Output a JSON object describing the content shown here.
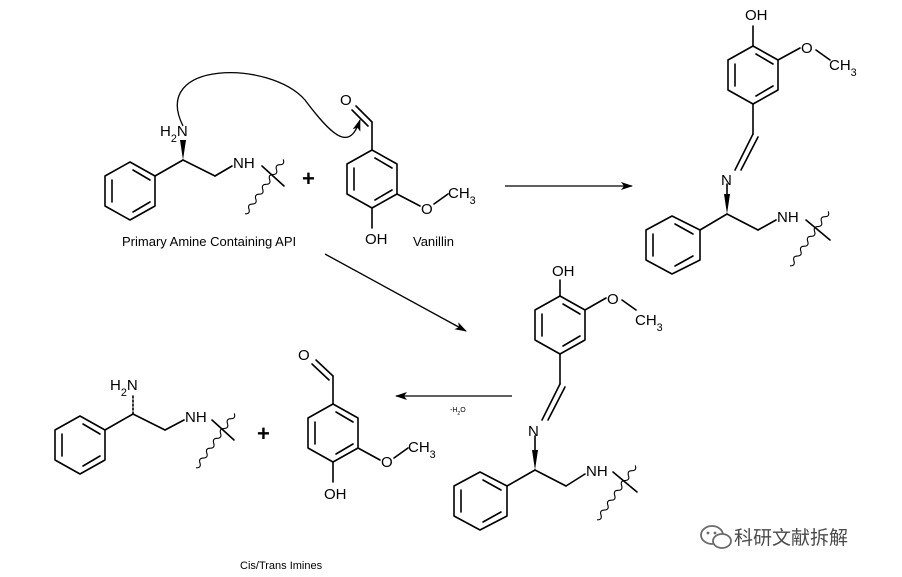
{
  "reactants": {
    "amine_caption": "Primary Amine Containing API",
    "vanillin_caption": "Vanillin",
    "plus": "+"
  },
  "atoms": {
    "nh2": "H2N",
    "nh": "NH",
    "o": "O",
    "oh": "OH",
    "o_methyl": "O",
    "ch3": "CH3",
    "n": "N"
  },
  "hydrolysis": {
    "condition": "-H2O",
    "caption": "Cis/Trans Imines",
    "plus": "+"
  },
  "watermark": {
    "text": "科研文献拆解",
    "icon": "wechat-icon"
  }
}
